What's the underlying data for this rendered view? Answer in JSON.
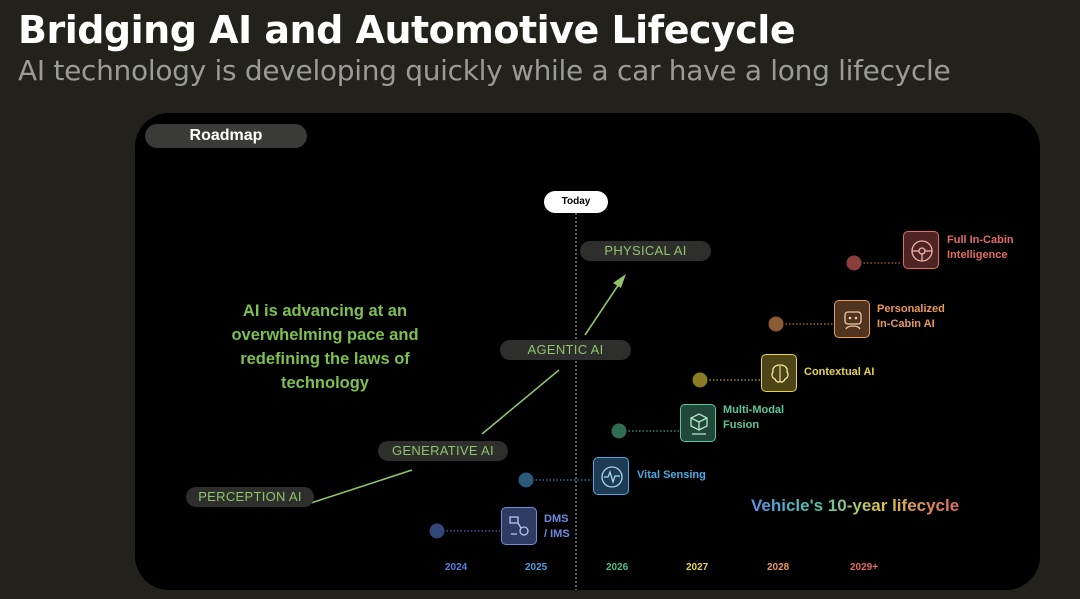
{
  "header": {
    "title": "Bridging AI and Automotive Lifecycle",
    "subtitle": "AI technology is developing quickly while a car have a long lifecycle"
  },
  "roadmap": {
    "label": "Roadmap",
    "today_label": "Today",
    "claim": "AI is advancing at an overwhelming pace and redefining the laws of technology",
    "stages": [
      {
        "label": "PERCEPTION AI"
      },
      {
        "label": "GENERATIVE AI"
      },
      {
        "label": "AGENTIC AI"
      },
      {
        "label": "PHYSICAL AI"
      }
    ],
    "features": [
      {
        "label": "DMS / IMS",
        "line1": "DMS",
        "line2": "/ IMS",
        "icon": "dms-ims-icon",
        "color": "#6f8de0"
      },
      {
        "label": "Vital Sensing",
        "line1": "Vital Sensing",
        "line2": "",
        "icon": "heartbeat-icon",
        "color": "#4ea9e0"
      },
      {
        "label": "Multi-Modal Fusion",
        "line1": "Multi-Modal",
        "line2": "Fusion",
        "icon": "fusion-cube-icon",
        "color": "#5cc79a"
      },
      {
        "label": "Contextual AI",
        "line1": "Contextual AI",
        "line2": "",
        "icon": "brain-icon",
        "color": "#e8d44a"
      },
      {
        "label": "Personalized In-Cabin AI",
        "line1": "Personalized",
        "line2": "In-Cabin AI",
        "icon": "robot-face-icon",
        "color": "#e9995a"
      },
      {
        "label": "Full In-Cabin Intelligence",
        "line1": "Full In-Cabin",
        "line2": "Intelligence",
        "icon": "steering-wheel-icon",
        "color": "#e36b62"
      }
    ],
    "years": [
      {
        "label": "2024",
        "color": "#5b83e0"
      },
      {
        "label": "2025",
        "color": "#4e9fe0"
      },
      {
        "label": "2026",
        "color": "#4fbf8a"
      },
      {
        "label": "2027",
        "color": "#e8d44a"
      },
      {
        "label": "2028",
        "color": "#e9995a"
      },
      {
        "label": "2029+",
        "color": "#e36b62"
      }
    ],
    "lifecycle_label": "Vehicle's 10-year lifecycle"
  }
}
